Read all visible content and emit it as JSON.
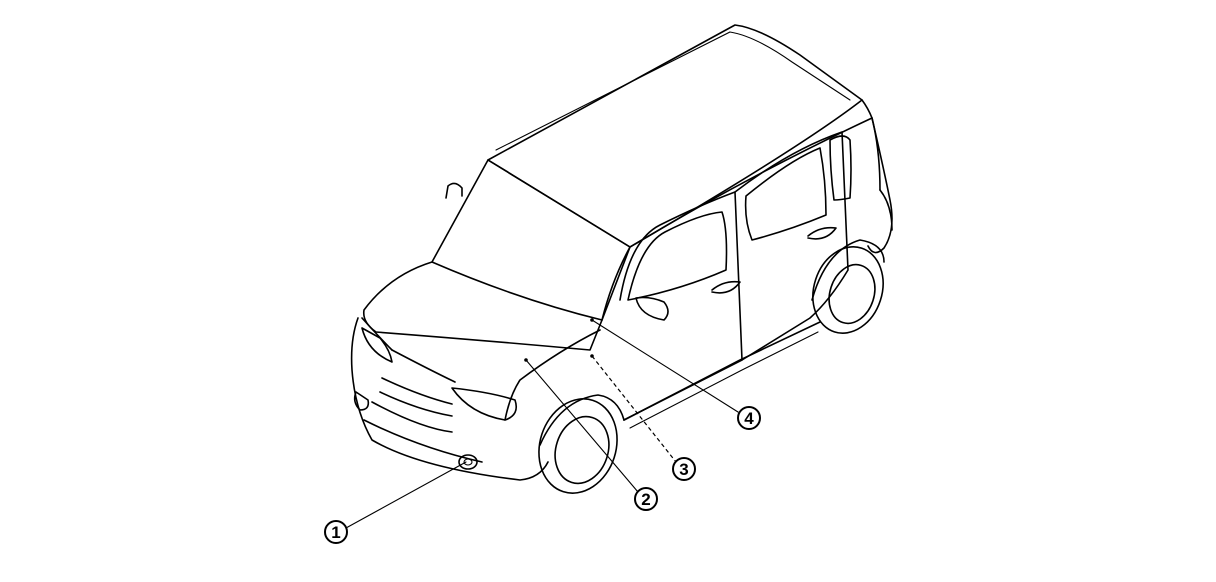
{
  "figure": {
    "callouts": [
      {
        "id": "callout-1",
        "label": "1"
      },
      {
        "id": "callout-2",
        "label": "2"
      },
      {
        "id": "callout-3",
        "label": "3"
      },
      {
        "id": "callout-4",
        "label": "4"
      }
    ],
    "colors": {
      "line": "#000000",
      "background": "#ffffff"
    }
  }
}
